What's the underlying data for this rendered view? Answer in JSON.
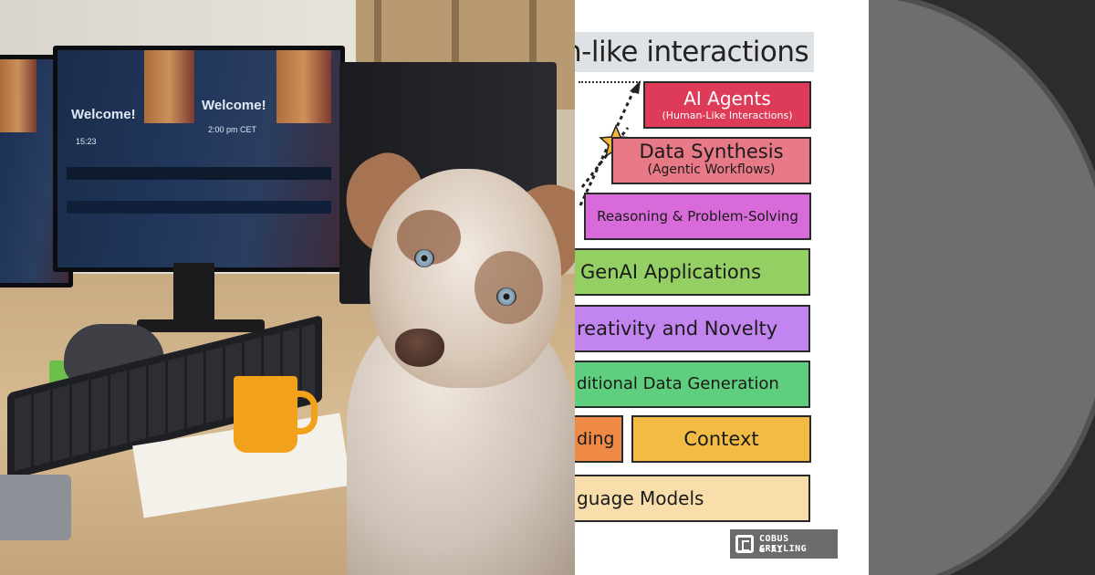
{
  "slide": {
    "title": "n-like interactions",
    "blocks": [
      {
        "id": "ai-agents",
        "label": "AI Agents",
        "sub": "(Human-Like Interactions)",
        "color": "#dd3b57"
      },
      {
        "id": "data-synthesis",
        "label": "Data Synthesis",
        "sub": "(Agentic Workflows)",
        "color": "#e87a87"
      },
      {
        "id": "reasoning",
        "label": "Reasoning & Problem-Solving",
        "color": "#d96ad9"
      },
      {
        "id": "genai-apps",
        "label": "GenAI Applications",
        "color": "#93cf62"
      },
      {
        "id": "creativity",
        "label": "reativity and Novelty",
        "color": "#c285ef"
      },
      {
        "id": "conditional",
        "label": "ditional Data Generation",
        "color": "#5fce7e"
      },
      {
        "id": "grounding",
        "label": "ding",
        "color": "#ee8a45"
      },
      {
        "id": "context",
        "label": "Context",
        "color": "#f2bb43"
      },
      {
        "id": "language-models",
        "label": "guage Models",
        "color": "#f7deaa"
      }
    ],
    "logo": {
      "line1": "COBUS GREYLING",
      "line2": "& AI"
    }
  },
  "photo": {
    "monitor_left_text": "Welcome!",
    "monitor_right_text": "Welcome!",
    "monitor_left_sub": "15:23",
    "monitor_right_sub": "2:00 pm CET"
  }
}
